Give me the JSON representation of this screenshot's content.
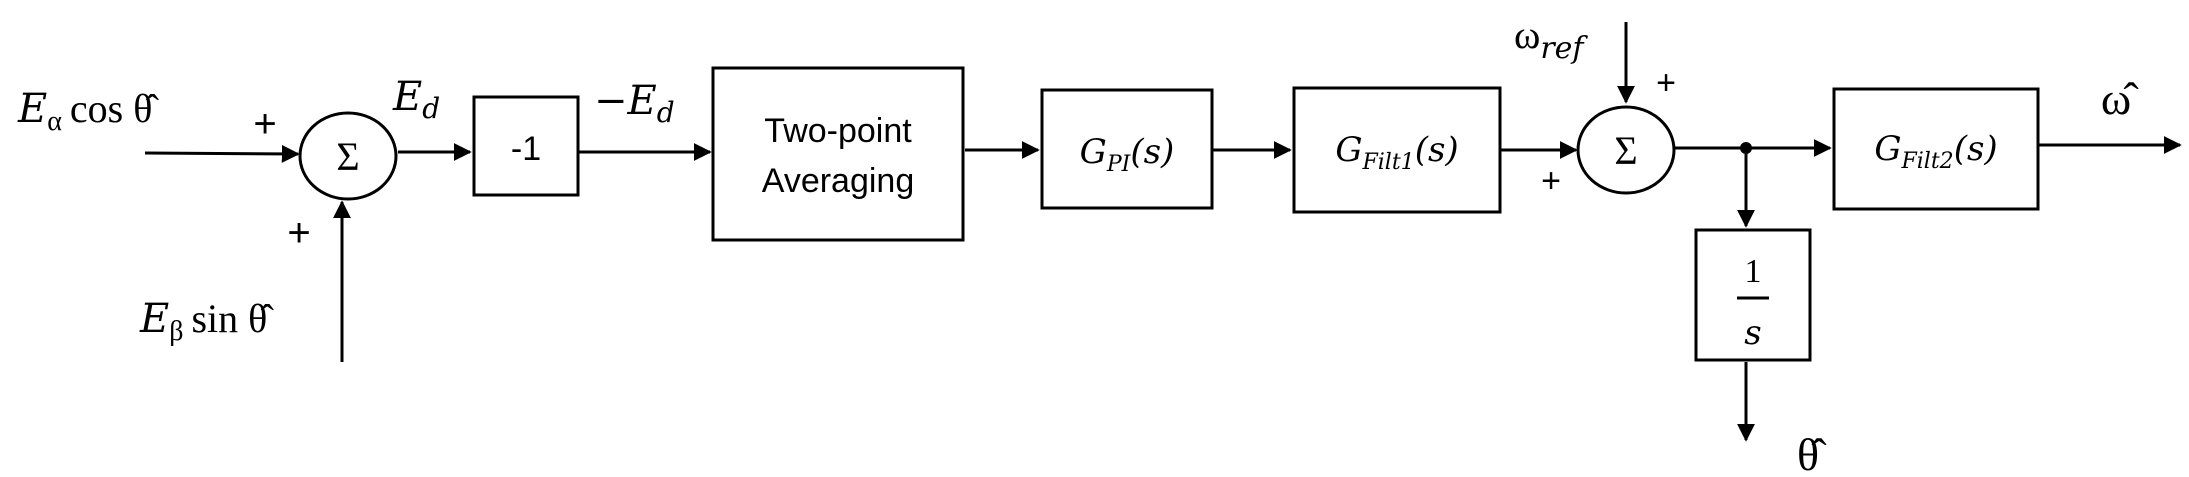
{
  "inputs": {
    "alpha": {
      "E": "E",
      "sub": "α",
      "fn": "cos",
      "angle": "θ̂"
    },
    "beta": {
      "E": "E",
      "sub": "β",
      "fn": "sin",
      "angle": "θ̂"
    },
    "omega_ref": {
      "base": "ω",
      "sub": "ref"
    }
  },
  "signs": {
    "sum1_left": "+",
    "sum1_bottom": "+",
    "sum2_top": "+",
    "sum2_left": "+"
  },
  "summers": {
    "sum1_symbol": "Σ",
    "sum2_symbol": "Σ"
  },
  "signals": {
    "ed": {
      "base": "E",
      "sub": "d"
    },
    "neg_ed": {
      "prefix": "−",
      "base": "E",
      "sub": "d"
    },
    "omega_hat": "ω̂",
    "theta_hat": "θ̂"
  },
  "blocks": {
    "gain": "-1",
    "averaging_line1": "Two-point",
    "averaging_line2": "Averaging",
    "pi": {
      "base": "G",
      "sub": "PI",
      "arg": "(s)"
    },
    "filt1": {
      "base": "G",
      "sub": "Filt1",
      "arg": "(s)"
    },
    "filt2": {
      "base": "G",
      "sub": "Filt2",
      "arg": "(s)"
    },
    "integrator_num": "1",
    "integrator_den": "s"
  }
}
